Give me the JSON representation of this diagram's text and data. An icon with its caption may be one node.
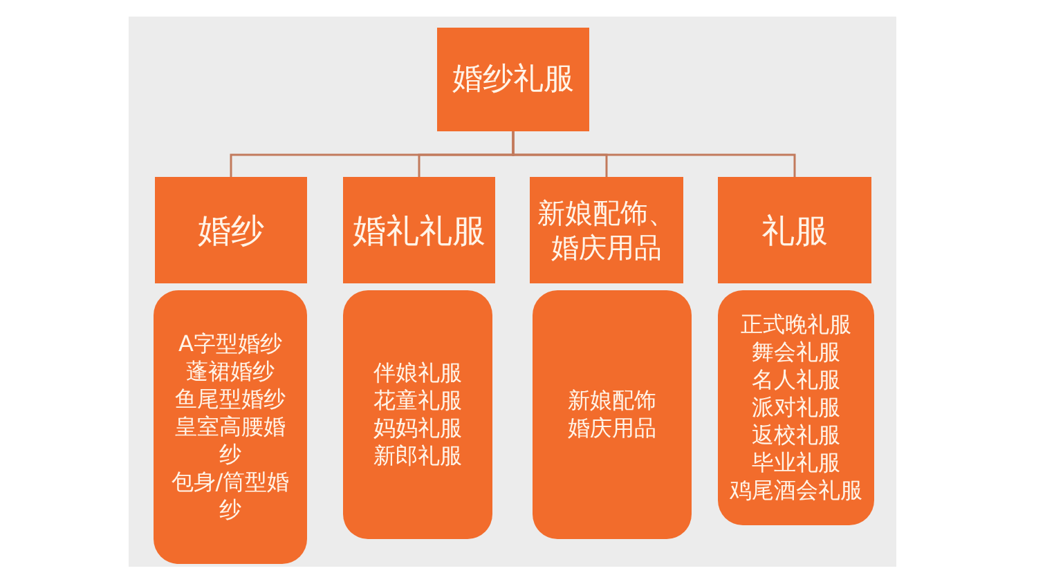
{
  "diagram": {
    "nodes": [
      {
        "text": [
          "婚纱礼服"
        ]
      },
      {
        "text": [
          "婚纱"
        ]
      },
      {
        "text": [
          "婚礼礼服"
        ]
      },
      {
        "text": [
          "新娘配饰、婚庆用品"
        ]
      },
      {
        "text": [
          "礼服"
        ]
      },
      {
        "text": [
          "A字型婚纱",
          "蓬裙婚纱",
          "鱼尾型婚纱",
          "皇室高腰婚纱",
          "包身/筒型婚纱"
        ]
      },
      {
        "text": [
          "伴娘礼服",
          "花童礼服",
          "妈妈礼服",
          "新郎礼服"
        ]
      },
      {
        "text": [
          "新娘配饰",
          "婚庆用品"
        ]
      },
      {
        "text": [
          "正式晚礼服",
          "舞会礼服",
          "名人礼服",
          "派对礼服",
          "返校礼服",
          "毕业礼服",
          "鸡尾酒会礼服"
        ]
      }
    ],
    "edges": [
      {
        "from": 0,
        "to": 1,
        "arrow": "none"
      },
      {
        "from": 0,
        "to": 2,
        "arrow": "none"
      },
      {
        "from": 0,
        "to": 3,
        "arrow": "none"
      },
      {
        "from": 0,
        "to": 4,
        "arrow": "none"
      }
    ]
  }
}
